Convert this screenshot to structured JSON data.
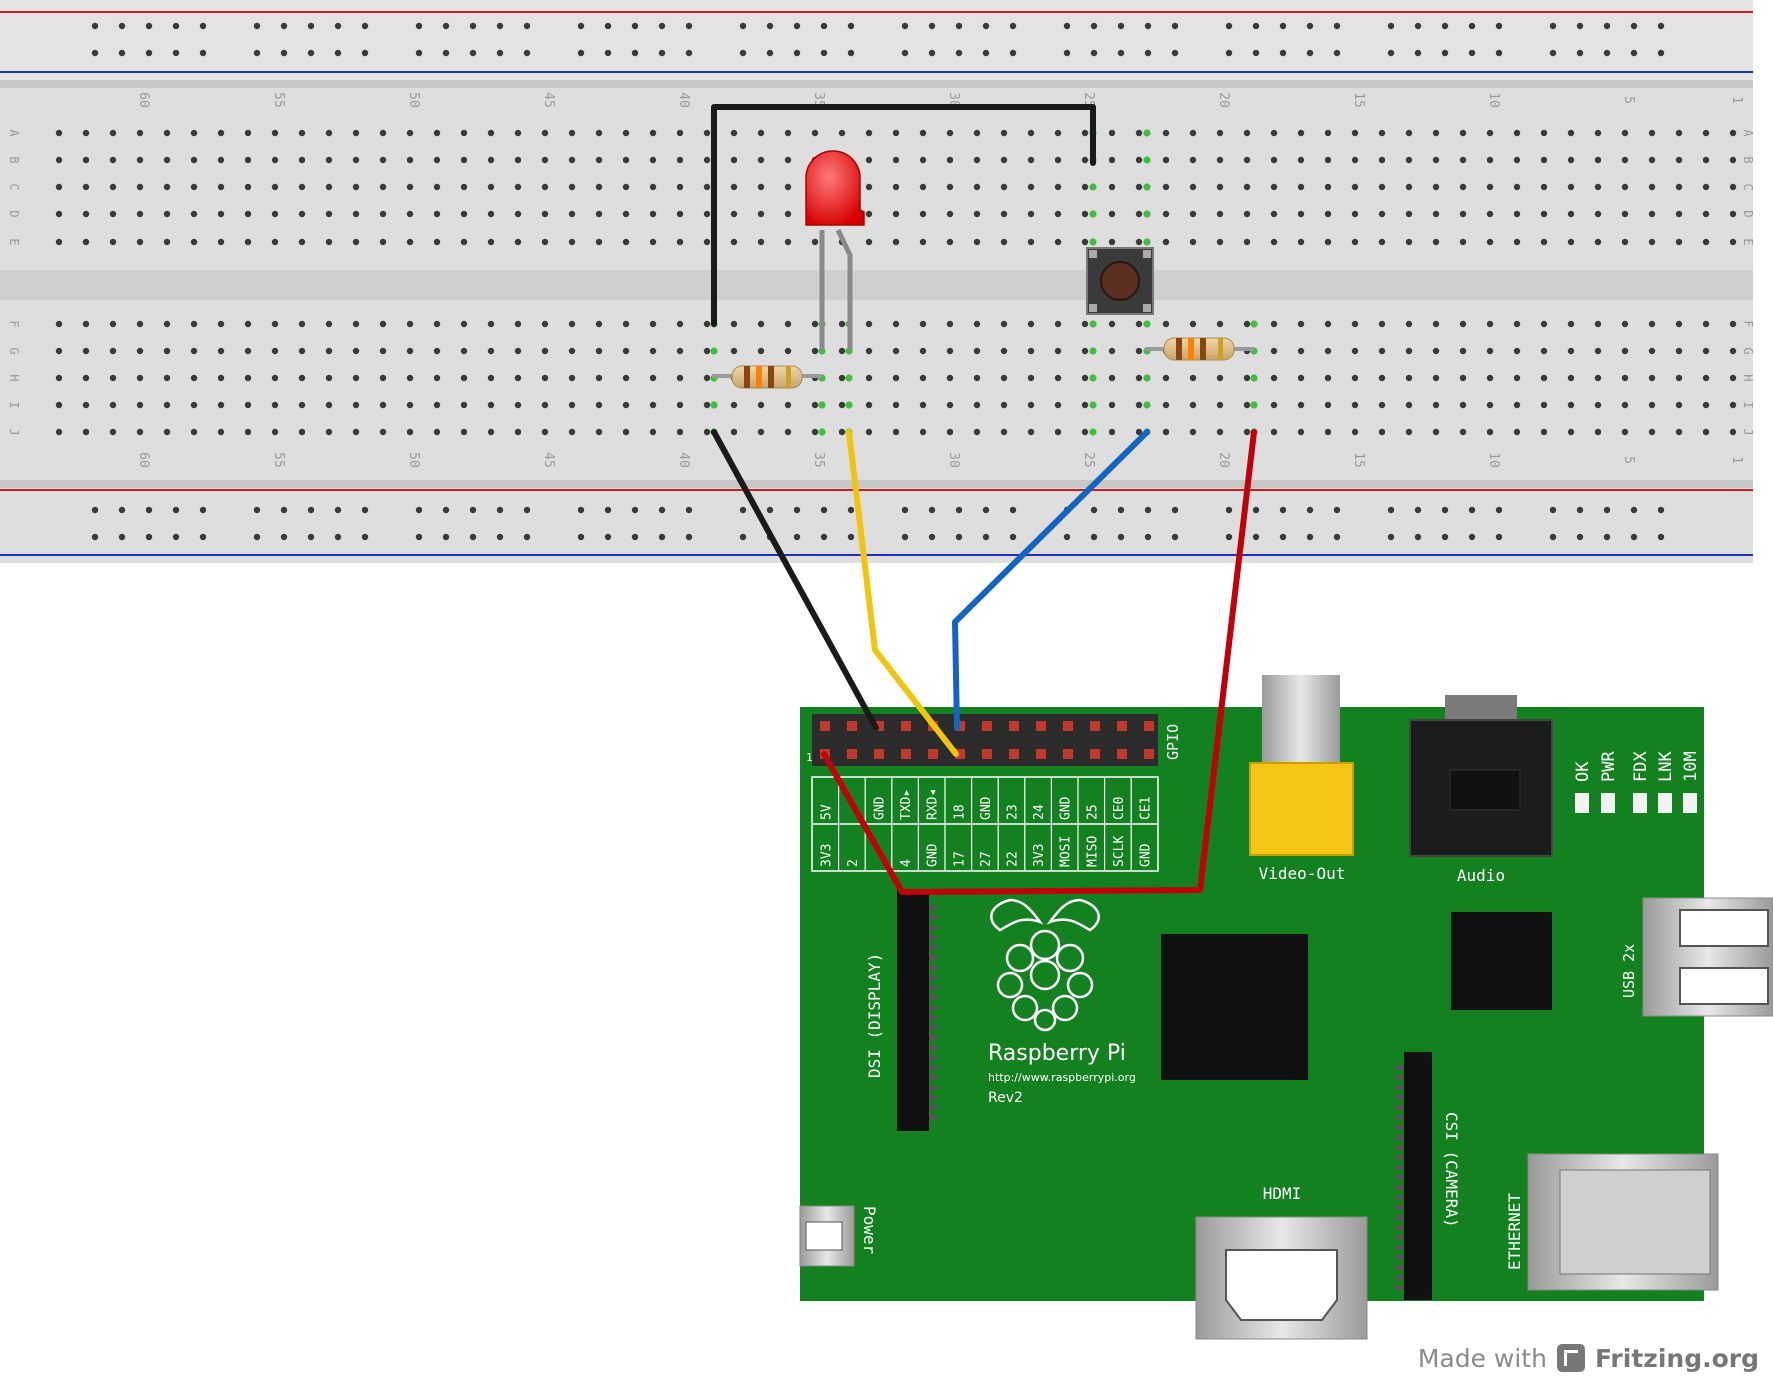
{
  "breadboard": {
    "column_numbers": [
      "60",
      "55",
      "50",
      "45",
      "40",
      "35",
      "30",
      "25",
      "20",
      "15",
      "10",
      "5",
      "1"
    ],
    "row_letters_top": [
      "A",
      "B",
      "C",
      "D",
      "E"
    ],
    "row_letters_bottom": [
      "F",
      "G",
      "H",
      "I",
      "J"
    ]
  },
  "pi": {
    "gpio_label": "GPIO",
    "pin1_marker": "1",
    "header_top_labels": [
      "5V",
      "",
      "GND",
      "TXD▸",
      "RXD◂",
      "18",
      "GND",
      "23",
      "24",
      "GND",
      "25",
      "CE0",
      "CE1"
    ],
    "header_bottom_labels": [
      "3V3",
      "2",
      "",
      "4",
      "GND",
      "17",
      "27",
      "22",
      "3V3",
      "MOSI",
      "MISO",
      "SCLK",
      "GND"
    ],
    "video_out": "Video-Out",
    "audio": "Audio",
    "leds": [
      "OK",
      "PWR",
      "FDX",
      "LNK",
      "10M"
    ],
    "usb": "USB 2x",
    "dsi": "DSI (DISPLAY)",
    "csi": "CSI (CAMERA)",
    "hdmi": "HDMI",
    "ethernet": "ETHERNET",
    "power": "Power",
    "brand": "Raspberry Pi",
    "url": "http://www.raspberrypi.org",
    "rev": "Rev2"
  },
  "credit": {
    "made_with": "Made with",
    "brand": "Fritzing.org"
  },
  "colors": {
    "board_green": "#13811f",
    "breadboard_bg": "#dedede",
    "wire_black": "#1a1a1a",
    "wire_yellow": "#f1c40f",
    "wire_blue": "#1565c0",
    "wire_red": "#c0000b",
    "led_red": "#e81e1e"
  }
}
